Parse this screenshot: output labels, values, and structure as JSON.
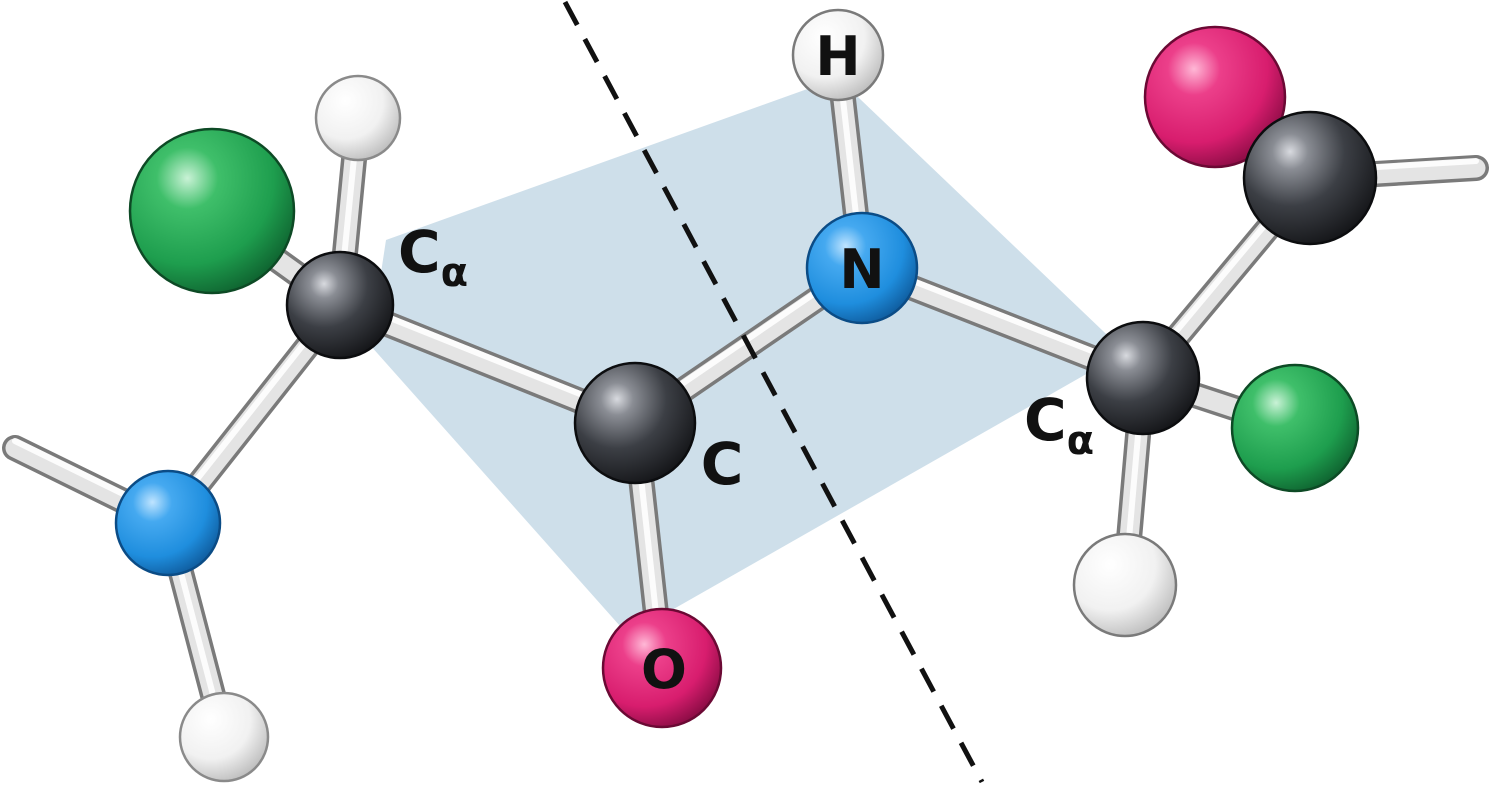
{
  "diagram": {
    "labels": {
      "calpha_left": {
        "main": "C",
        "sub": "α"
      },
      "carbonyl_c": "C",
      "amide_n": "N",
      "amide_h": "H",
      "carbonyl_o": "O",
      "calpha_right": {
        "main": "C",
        "sub": "α"
      }
    },
    "colors": {
      "plane": "#c9dce8",
      "carbon": "#3c3f45",
      "nitrogen": "#1f8ede",
      "oxygen": "#d81d6e",
      "hydrogen": "#f1f1f1",
      "side_group": "#1e9e4e",
      "bond": "#d9d9d9"
    }
  }
}
